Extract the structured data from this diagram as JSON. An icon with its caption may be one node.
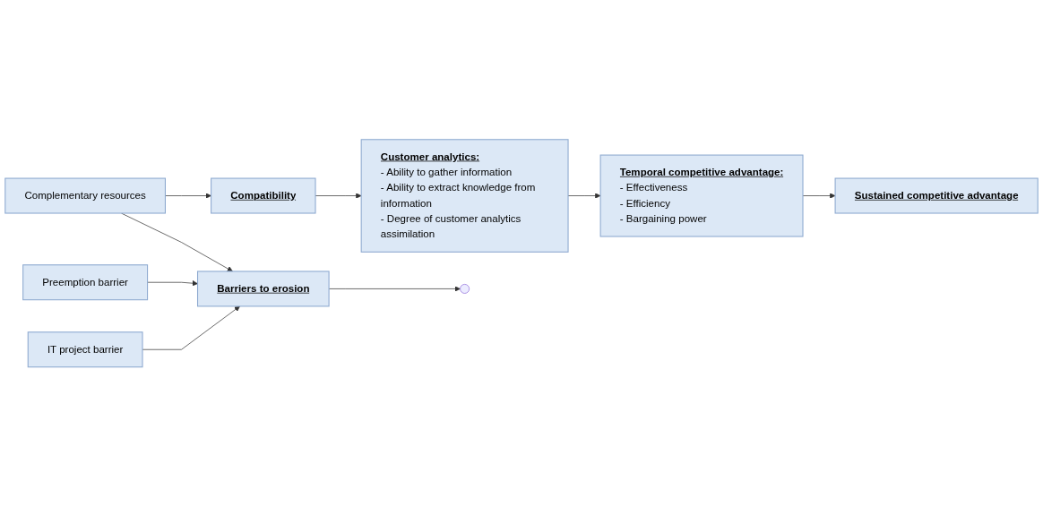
{
  "diagram": {
    "nodes": [
      {
        "text": [
          "Customer analytics:",
          "- Ability to gather information",
          "- Ability to extract knowledge from information",
          "- Degree of customer analytics assimilation"
        ]
      },
      {
        "text": [
          "Temporal competitive advantage:",
          "- Effectiveness",
          "- Efficiency",
          "- Bargaining power"
        ]
      },
      {
        "text": [
          "Sustained competitive advantage"
        ]
      },
      {
        "text": [
          "Compatibility"
        ]
      },
      {
        "text": [
          "Barriers to erosion"
        ]
      },
      {
        "text": [
          "Complementary resources"
        ]
      },
      {
        "text": [
          "Preemption barrier"
        ]
      },
      {
        "text": [
          "IT project barrier"
        ]
      }
    ],
    "edges": [
      {
        "from": 0,
        "to": 1,
        "arrow": "to"
      },
      {
        "from": 1,
        "to": 2,
        "arrow": "to"
      },
      {
        "from": 3,
        "to": 0,
        "arrow": "to"
      },
      {
        "from": 4,
        "to": null,
        "arrow": "to"
      },
      {
        "from": 5,
        "to": 3,
        "arrow": "to"
      },
      {
        "from": 5,
        "to": 4,
        "arrow": "to"
      },
      {
        "from": 6,
        "to": 4,
        "arrow": "to"
      },
      {
        "from": 7,
        "to": 4,
        "arrow": "to"
      }
    ]
  }
}
